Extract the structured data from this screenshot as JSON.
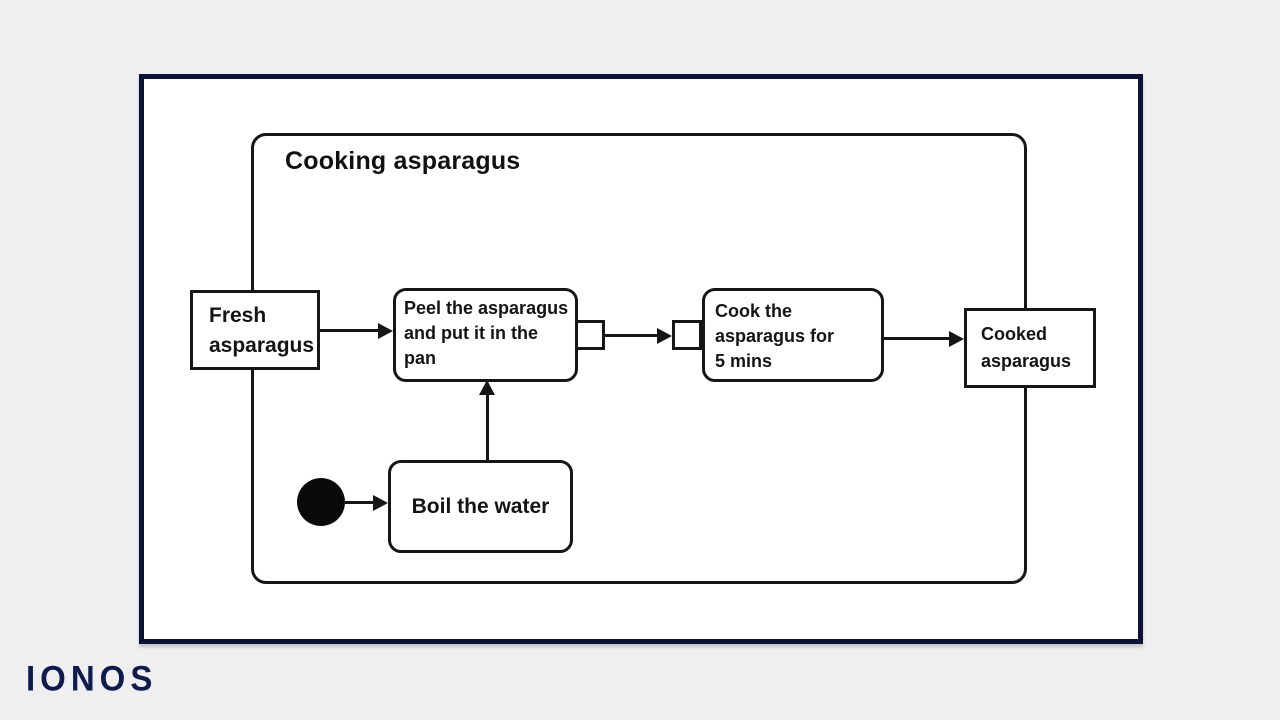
{
  "page": {
    "background": "#efefef"
  },
  "card": {
    "background": "#ffffff",
    "border_color": "#0a1238"
  },
  "diagram": {
    "type": "uml-activity-diagram",
    "title": "Cooking asparagus",
    "stroke_color": "#161616",
    "nodes": {
      "fresh": {
        "kind": "object-node",
        "text": "Fresh\nasparagus"
      },
      "peel": {
        "kind": "action",
        "text": "Peel the asparagus\nand put it in the\npan"
      },
      "cook": {
        "kind": "action",
        "text": "Cook the\nasparagus for\n5 mins"
      },
      "cooked": {
        "kind": "object-node",
        "text": "Cooked\nasparagus"
      },
      "boil": {
        "kind": "action",
        "text": "Boil the water"
      },
      "initial": {
        "kind": "initial-node",
        "text": ""
      }
    },
    "edges": [
      {
        "from": "fresh",
        "to": "peel",
        "direction": "right"
      },
      {
        "from": "peel-output-pin",
        "to": "cook-input-pin",
        "direction": "right"
      },
      {
        "from": "cook",
        "to": "cooked",
        "direction": "right"
      },
      {
        "from": "initial",
        "to": "boil",
        "direction": "right"
      },
      {
        "from": "boil",
        "to": "peel",
        "direction": "up"
      }
    ]
  },
  "branding": {
    "logo": "IONOS",
    "color": "#0d1b4f"
  }
}
